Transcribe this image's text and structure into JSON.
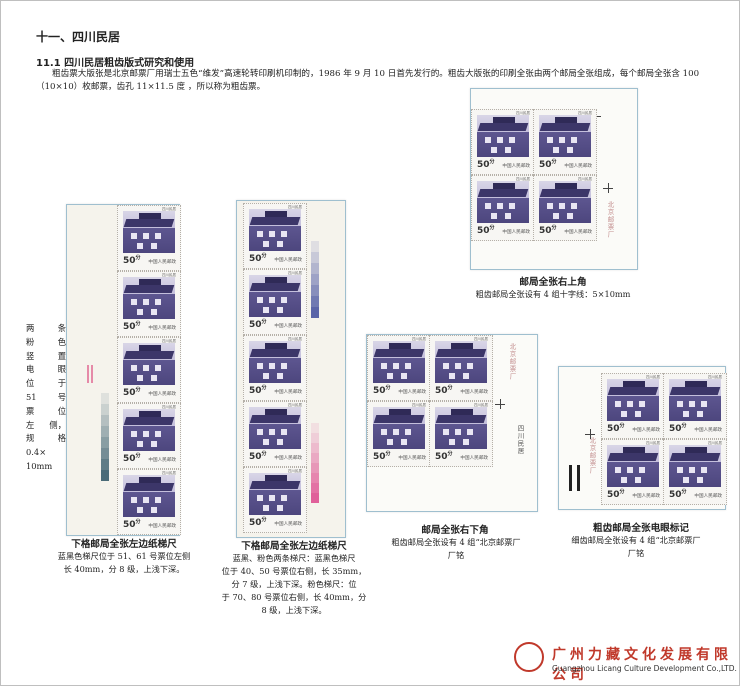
{
  "page": {
    "heading": "十一、四川民居",
    "subheading": "11.1 四川民居粗齿版式研究和使用",
    "intro": "粗齿票大版张是北京邮票厂用瑞士五色“维发”高速轮转印刷机印制的，1986 年 9 月 10 日首先发行的。粗齿大版张的印刷全张由两个邮局全张组成，每个邮局全张含 100（10×10）枚邮票，齿孔 11×11.5 度 ，所以称为粗齿票。"
  },
  "stamp": {
    "value": "50",
    "unit": "分",
    "country": "中国人民邮政",
    "subject": "四川民居"
  },
  "side_note": {
    "lines": [
      [
        "两",
        "条"
      ],
      [
        "粉",
        "色"
      ],
      [
        "竖",
        "置"
      ],
      [
        "电",
        "眼"
      ],
      [
        "位",
        "于"
      ],
      [
        "51",
        "号"
      ],
      [
        "票",
        "位"
      ],
      [
        "左",
        "侧，"
      ],
      [
        "规",
        "格"
      ],
      [
        "0.4×",
        ""
      ],
      [
        "10mm",
        ""
      ]
    ]
  },
  "panels": {
    "top_right": {
      "title": "邮局全张右上角",
      "body": "粗齿邮局全张设有 4 组十字线：5×10mm"
    },
    "left": {
      "title": "下格邮局全张左边纸梯尺",
      "body": [
        "蓝黑色梯尺位于 51、61 号票位左侧",
        "长 40mm，分 8 级，上浅下深。"
      ]
    },
    "middle": {
      "title": "下格邮局全张左边纸梯尺",
      "body": [
        "蓝黑、粉色两条梯尺：蓝黑色梯尺",
        "位于 40、50 号票位右侧，长 35mm，",
        "分 7 级，上浅下深。粉色梯尺：位",
        "于 70、80 号票位右侧，长 40mm，分",
        "8 级，上浅下深。"
      ]
    },
    "bottom_right": {
      "title": "邮局全张右下角",
      "body": [
        "粗齿邮局全张设有 4 组“北京邮票厂",
        "厂铭"
      ]
    },
    "far_right": {
      "title": "粗齿邮局全张电眼标记",
      "body": [
        "细齿邮局全张设有 4 组“北京邮票厂",
        "厂铭"
      ]
    }
  },
  "imprint": {
    "vertical_1": "北京邮票厂",
    "vertical_2": "四川民居"
  },
  "footer": {
    "company_cn": "广州力藏文化发展有限公司",
    "company_en": "Guangzhou Licang Culture Development Co.,LTD."
  },
  "colors": {
    "ladder_blue": "#4a6b78",
    "ladder_pink": "#e0609a",
    "ladder_navy": "#5a64a8",
    "brand": "#c0392b"
  }
}
